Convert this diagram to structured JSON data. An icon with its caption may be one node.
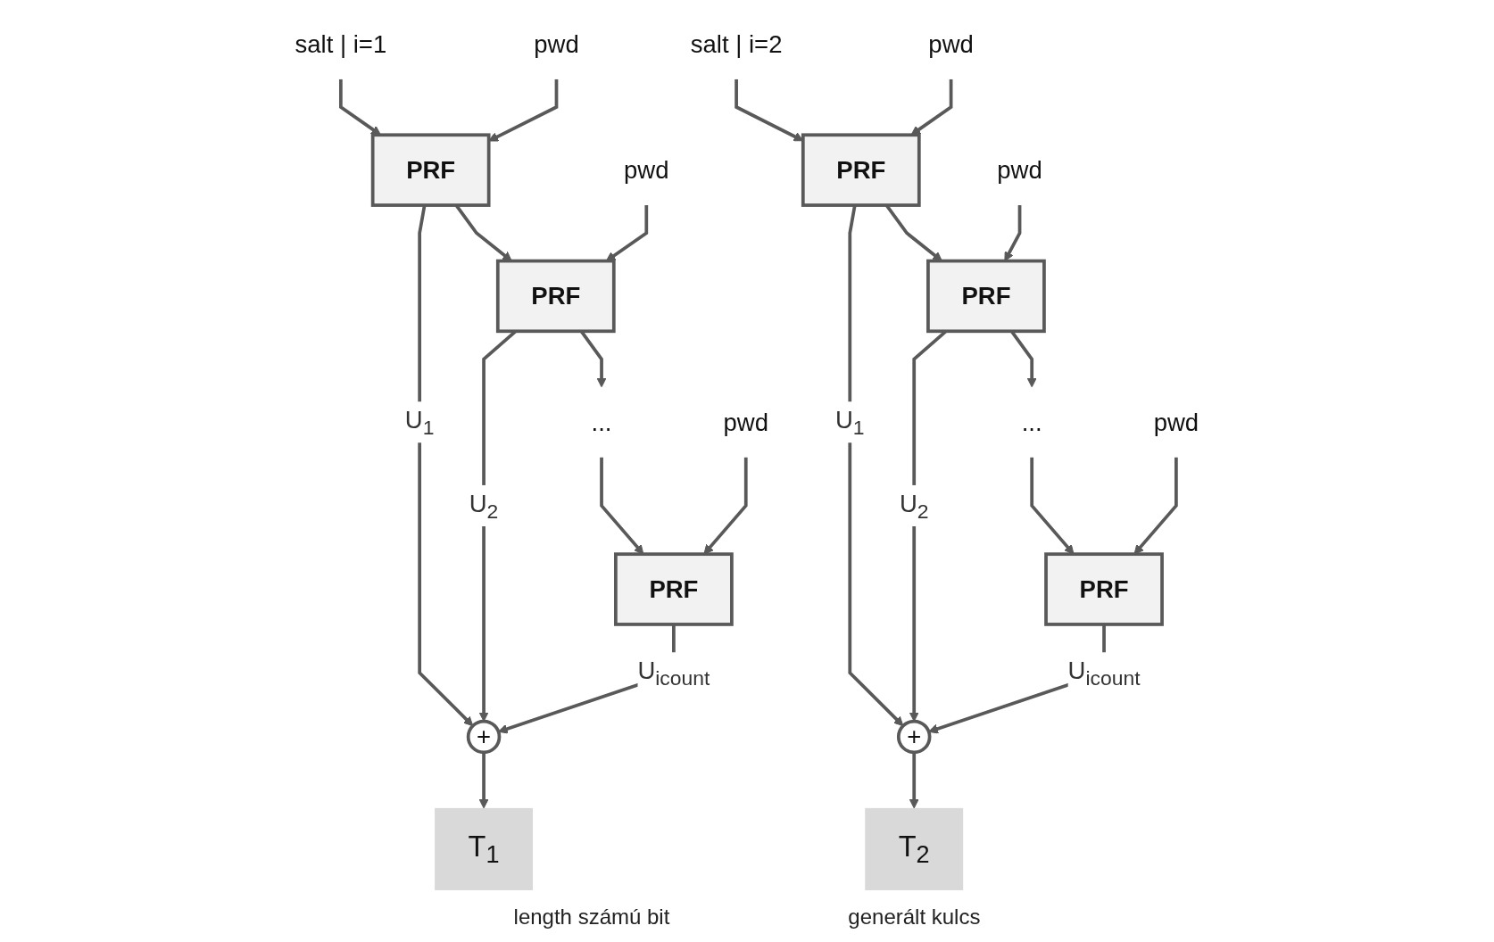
{
  "diagram": {
    "nodes": [
      {
        "text": [
          "salt | i=1"
        ]
      },
      {
        "text": [
          "pwd"
        ]
      },
      {
        "text": [
          "PRF"
        ]
      },
      {
        "text": [
          "pwd"
        ]
      },
      {
        "text": [
          "PRF"
        ]
      },
      {
        "text": [
          "pwd"
        ]
      },
      {
        "text": [
          "PRF"
        ]
      },
      {
        "text": [
          "..."
        ]
      },
      {
        "text": [
          "+"
        ]
      },
      {
        "text": [
          "T$_{1}$"
        ]
      },
      {
        "text": [
          "salt | i=2"
        ]
      },
      {
        "text": [
          "pwd"
        ]
      },
      {
        "text": [
          "PRF"
        ]
      },
      {
        "text": [
          "pwd"
        ]
      },
      {
        "text": [
          "PRF"
        ]
      },
      {
        "text": [
          "pwd"
        ]
      },
      {
        "text": [
          "PRF"
        ]
      },
      {
        "text": [
          "..."
        ]
      },
      {
        "text": [
          "+"
        ]
      },
      {
        "text": [
          "T$_{2}$"
        ]
      }
    ],
    "edges": [
      {
        "from": 0,
        "to": 2,
        "arrow": "to"
      },
      {
        "from": 1,
        "to": 2,
        "arrow": "to"
      },
      {
        "from": 2,
        "to": 4,
        "arrow": "to"
      },
      {
        "from": 3,
        "to": 4,
        "arrow": "to"
      },
      {
        "from": 4,
        "to": 7,
        "arrow": "to"
      },
      {
        "from": 7,
        "to": 6,
        "arrow": "to"
      },
      {
        "from": 5,
        "to": 6,
        "arrow": "to"
      },
      {
        "from": 2,
        "to": 8,
        "arrow": "to",
        "label": "U$_{1}$"
      },
      {
        "from": 4,
        "to": 8,
        "arrow": "to",
        "label": "U$_{2}$"
      },
      {
        "from": 6,
        "to": 8,
        "arrow": "to",
        "label": "U$_{icount}$"
      },
      {
        "from": 8,
        "to": 9,
        "arrow": "to"
      },
      {
        "from": 10,
        "to": 12,
        "arrow": "to"
      },
      {
        "from": 11,
        "to": 12,
        "arrow": "to"
      },
      {
        "from": 12,
        "to": 14,
        "arrow": "to"
      },
      {
        "from": 13,
        "to": 14,
        "arrow": "to"
      },
      {
        "from": 14,
        "to": 17,
        "arrow": "to"
      },
      {
        "from": 17,
        "to": 16,
        "arrow": "to"
      },
      {
        "from": 15,
        "to": 16,
        "arrow": "to"
      },
      {
        "from": 12,
        "to": 18,
        "arrow": "to",
        "label": "U$_{1}$"
      },
      {
        "from": 14,
        "to": 18,
        "arrow": "to",
        "label": "U$_{2}$"
      },
      {
        "from": 16,
        "to": 18,
        "arrow": "to",
        "label": "U$_{icount}$"
      },
      {
        "from": 18,
        "to": 19,
        "arrow": "to"
      }
    ],
    "labels": [
      "length számú bit",
      "generált kulcs"
    ]
  }
}
